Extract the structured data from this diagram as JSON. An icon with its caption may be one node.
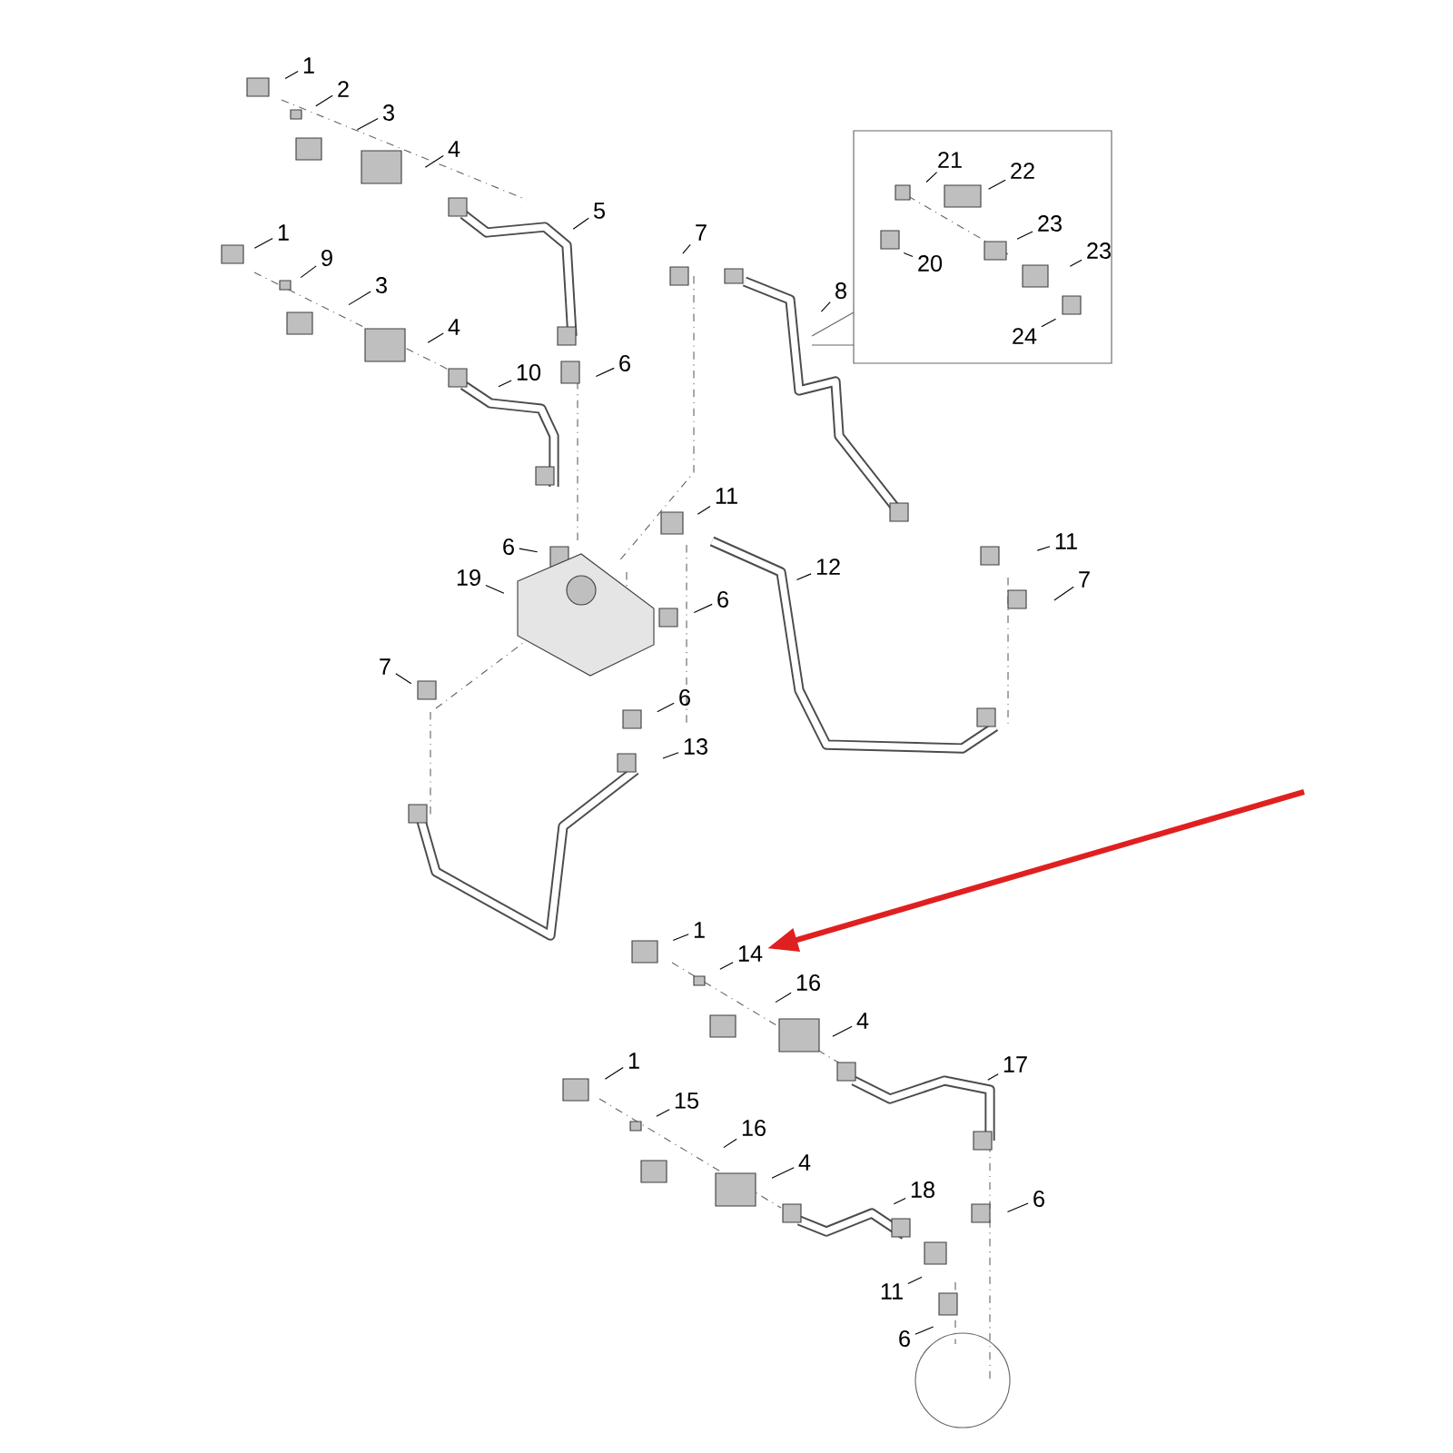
{
  "diagram": {
    "nodes": [
      {
        "text": [
          "1"
        ]
      },
      {
        "text": [
          "2"
        ]
      },
      {
        "text": [
          "3"
        ]
      },
      {
        "text": [
          "4"
        ]
      },
      {
        "text": [
          "5"
        ]
      },
      {
        "text": [
          "1"
        ]
      },
      {
        "text": [
          "9"
        ]
      },
      {
        "text": [
          "3"
        ]
      },
      {
        "text": [
          "4"
        ]
      },
      {
        "text": [
          "10"
        ]
      },
      {
        "text": [
          "6"
        ]
      },
      {
        "text": [
          "7"
        ]
      },
      {
        "text": [
          "8"
        ]
      },
      {
        "text": [
          "21"
        ]
      },
      {
        "text": [
          "22"
        ]
      },
      {
        "text": [
          "23"
        ]
      },
      {
        "text": [
          "20"
        ]
      },
      {
        "text": [
          "23"
        ]
      },
      {
        "text": [
          "24"
        ]
      },
      {
        "text": [
          "11"
        ]
      },
      {
        "text": [
          "6"
        ]
      },
      {
        "text": [
          "19"
        ]
      },
      {
        "text": [
          "12"
        ]
      },
      {
        "text": [
          "6"
        ]
      },
      {
        "text": [
          "11"
        ]
      },
      {
        "text": [
          "7"
        ]
      },
      {
        "text": [
          "7"
        ]
      },
      {
        "text": [
          "6"
        ]
      },
      {
        "text": [
          "13"
        ]
      },
      {
        "text": [
          "1"
        ]
      },
      {
        "text": [
          "14"
        ]
      },
      {
        "text": [
          "16"
        ]
      },
      {
        "text": [
          "4"
        ]
      },
      {
        "text": [
          "17"
        ]
      },
      {
        "text": [
          "1"
        ]
      },
      {
        "text": [
          "15"
        ]
      },
      {
        "text": [
          "16"
        ]
      },
      {
        "text": [
          "4"
        ]
      },
      {
        "text": [
          "18"
        ]
      },
      {
        "text": [
          "6"
        ]
      },
      {
        "text": [
          "11"
        ]
      },
      {
        "text": [
          "6"
        ]
      }
    ],
    "edges": [
      {
        "from": 0,
        "to": null,
        "arrow": "none"
      },
      {
        "from": 1,
        "to": null,
        "arrow": "none"
      },
      {
        "from": 2,
        "to": null,
        "arrow": "none"
      },
      {
        "from": 3,
        "to": null,
        "arrow": "none"
      },
      {
        "from": 4,
        "to": null,
        "arrow": "none"
      },
      {
        "from": 5,
        "to": null,
        "arrow": "none"
      },
      {
        "from": 6,
        "to": null,
        "arrow": "none"
      },
      {
        "from": 7,
        "to": null,
        "arrow": "none"
      },
      {
        "from": 8,
        "to": null,
        "arrow": "none"
      },
      {
        "from": 9,
        "to": null,
        "arrow": "none"
      },
      {
        "from": 10,
        "to": null,
        "arrow": "none"
      },
      {
        "from": 11,
        "to": null,
        "arrow": "none"
      },
      {
        "from": 12,
        "to": null,
        "arrow": "none"
      },
      {
        "from": 13,
        "to": null,
        "arrow": "none"
      },
      {
        "from": 14,
        "to": null,
        "arrow": "none"
      },
      {
        "from": 15,
        "to": null,
        "arrow": "none"
      },
      {
        "from": 16,
        "to": null,
        "arrow": "none"
      },
      {
        "from": 17,
        "to": null,
        "arrow": "none"
      },
      {
        "from": 18,
        "to": null,
        "arrow": "none"
      },
      {
        "from": 19,
        "to": null,
        "arrow": "none"
      },
      {
        "from": 20,
        "to": null,
        "arrow": "none"
      },
      {
        "from": 21,
        "to": null,
        "arrow": "none"
      },
      {
        "from": 22,
        "to": null,
        "arrow": "none"
      },
      {
        "from": 23,
        "to": null,
        "arrow": "none"
      },
      {
        "from": 24,
        "to": null,
        "arrow": "none"
      },
      {
        "from": 25,
        "to": null,
        "arrow": "none"
      },
      {
        "from": 26,
        "to": null,
        "arrow": "none"
      },
      {
        "from": 27,
        "to": null,
        "arrow": "none"
      },
      {
        "from": 28,
        "to": null,
        "arrow": "none"
      },
      {
        "from": 29,
        "to": null,
        "arrow": "none"
      },
      {
        "from": 30,
        "to": null,
        "arrow": "none"
      },
      {
        "from": 31,
        "to": null,
        "arrow": "none"
      },
      {
        "from": 32,
        "to": null,
        "arrow": "none"
      },
      {
        "from": 33,
        "to": null,
        "arrow": "none"
      },
      {
        "from": 34,
        "to": null,
        "arrow": "none"
      },
      {
        "from": 35,
        "to": null,
        "arrow": "none"
      },
      {
        "from": 36,
        "to": null,
        "arrow": "none"
      },
      {
        "from": 37,
        "to": null,
        "arrow": "none"
      },
      {
        "from": 38,
        "to": null,
        "arrow": "none"
      },
      {
        "from": 39,
        "to": null,
        "arrow": "none"
      },
      {
        "from": 40,
        "to": null,
        "arrow": "none"
      },
      {
        "from": 41,
        "to": null,
        "arrow": "none"
      },
      {
        "from": null,
        "to": 30,
        "arrow": "to",
        "style": "thick",
        "color": "#e02020"
      }
    ]
  }
}
